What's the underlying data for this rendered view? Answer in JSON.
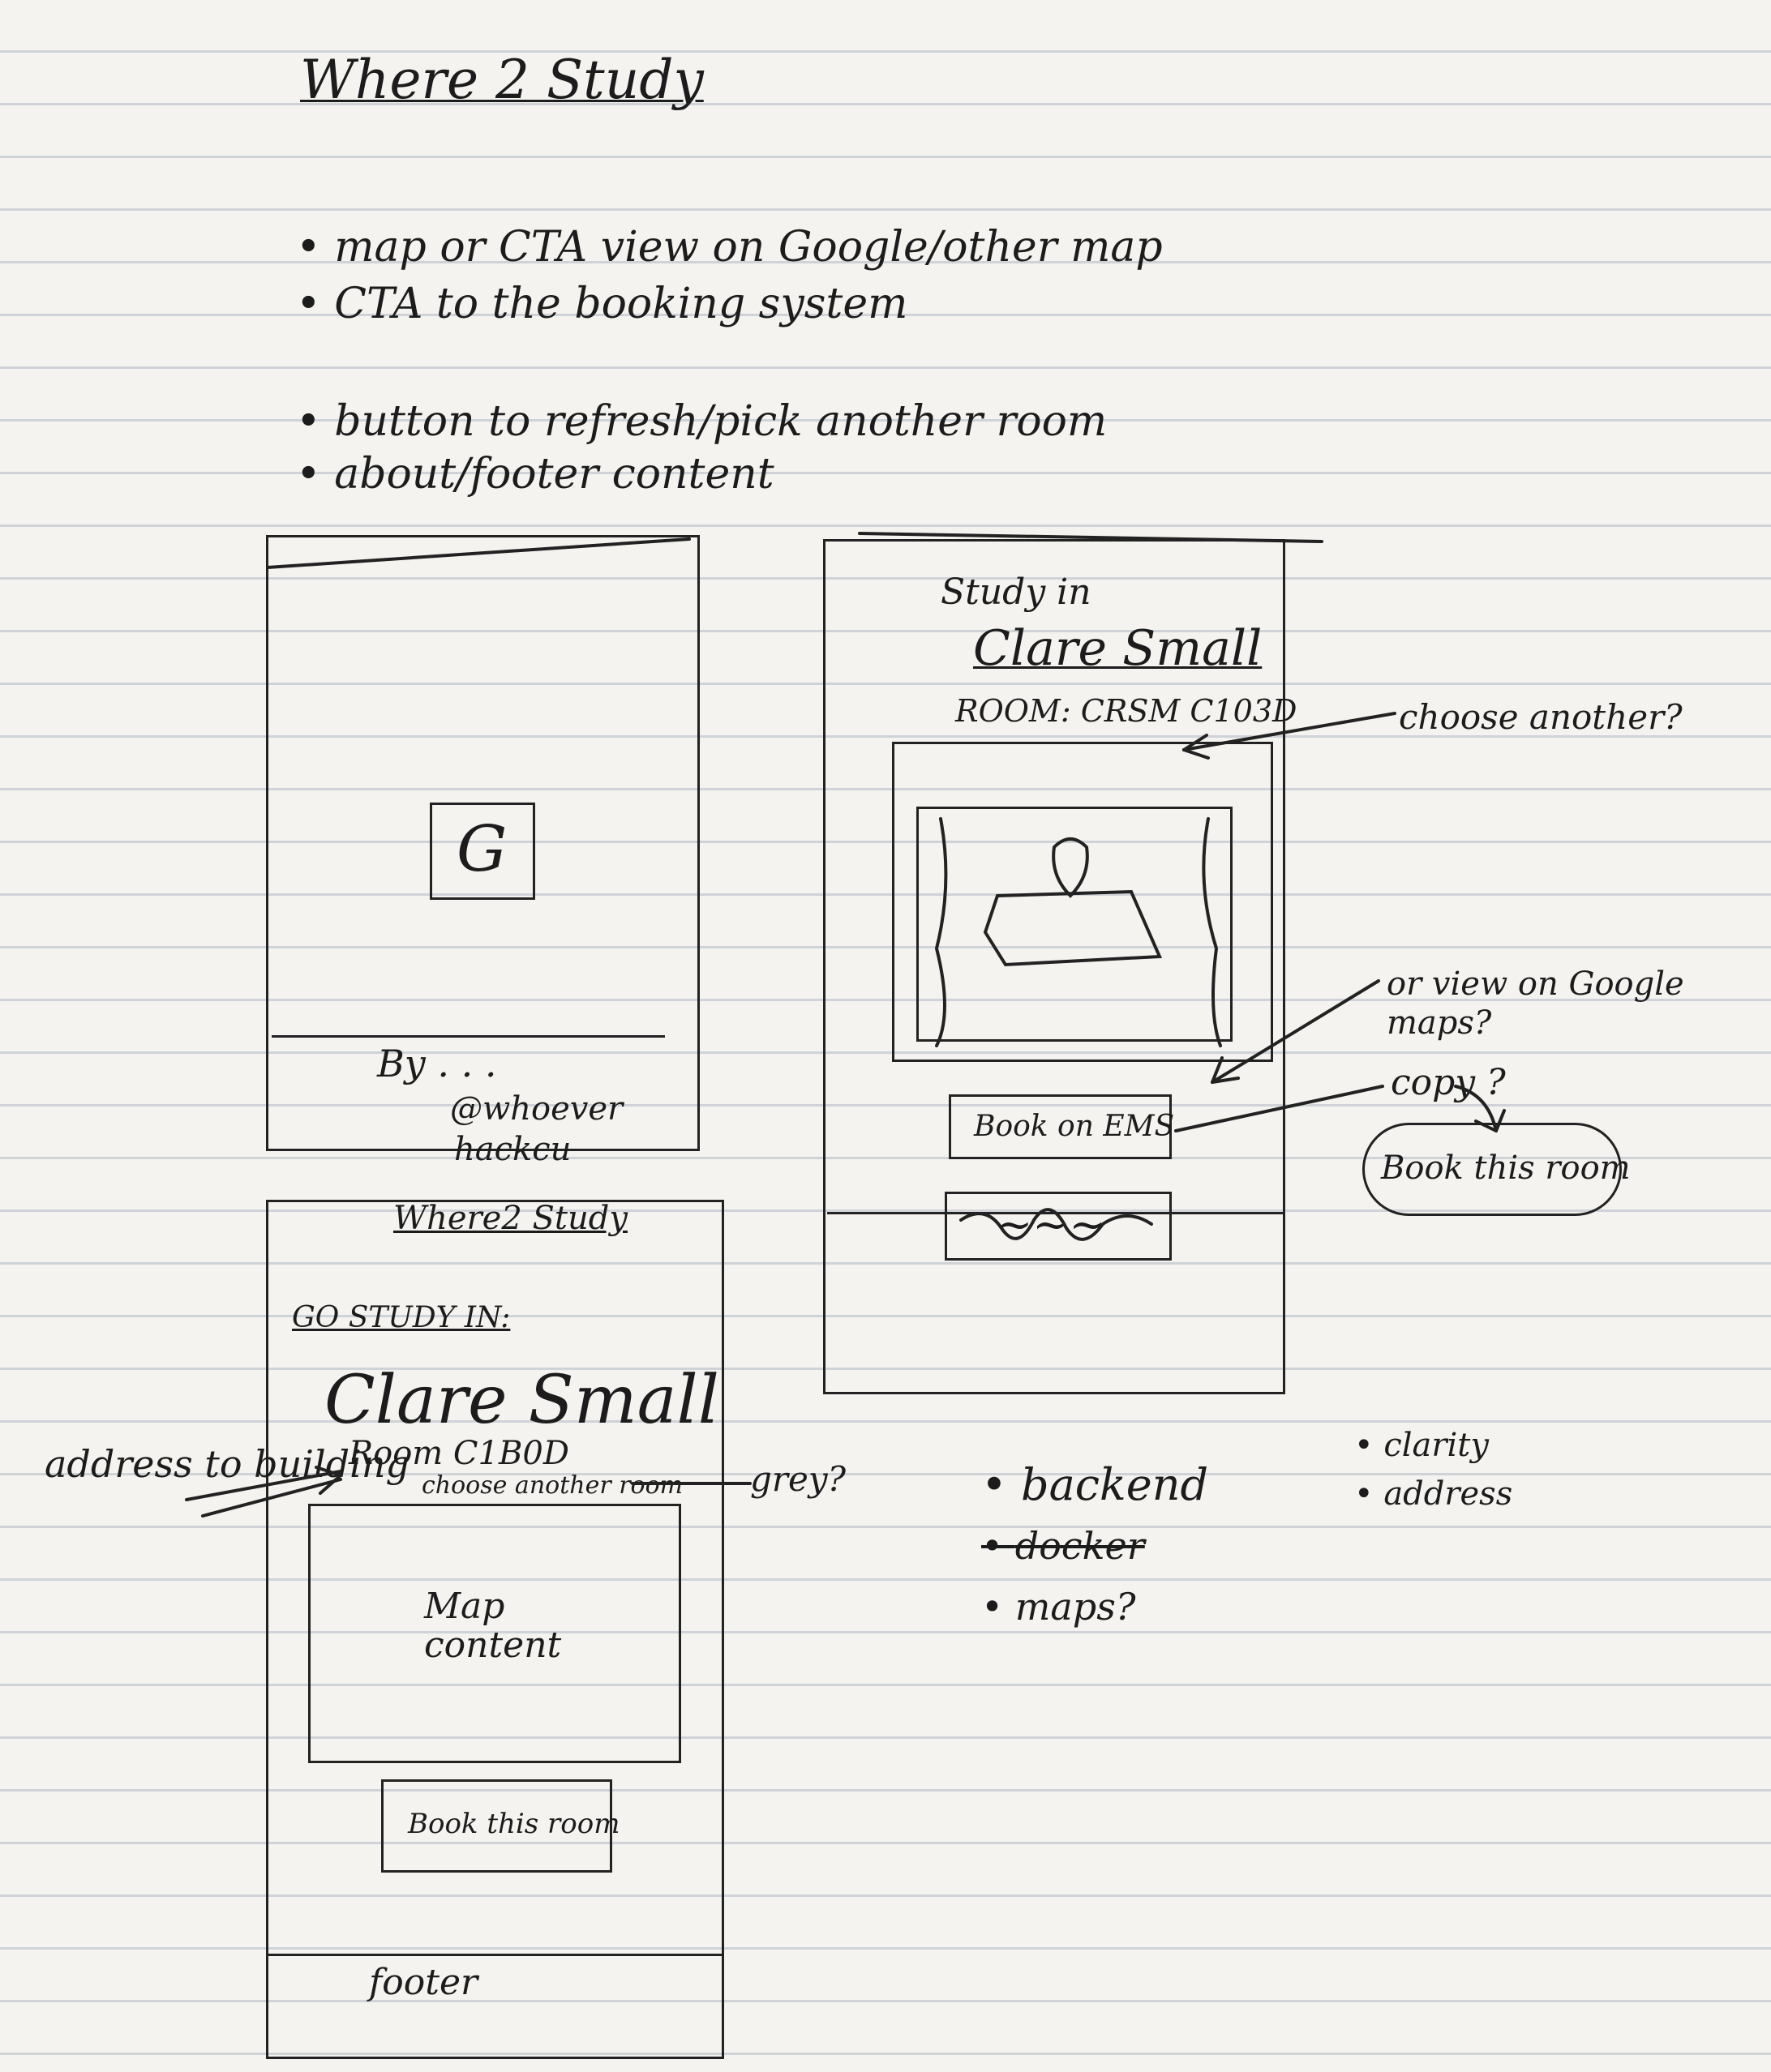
{
  "page": {
    "title": "Where 2 Study",
    "notes": [
      "map or CTA view on Google/other map",
      "CTA to the booking system",
      "button to refresh/pick another room",
      "about/footer content"
    ]
  },
  "sketch_loading": {
    "refresh_icon": "G",
    "footer_by": "By . . .",
    "footer_handle": "@whoever",
    "footer_hack": "hackcu"
  },
  "sketch_result": {
    "heading": "Where2 Study",
    "go_study_in": "GO STUDY IN:",
    "building": "Clare Small",
    "room": "Room C1B0D",
    "choose_another": "choose another room",
    "map_text": "Map\ncontent",
    "book_button": "Book this room",
    "footer": "footer"
  },
  "sketch_alt": {
    "study_in": "Study in",
    "building": "Clare Small",
    "room": "ROOM: CRSM C103D",
    "book_button": "Book on EMS",
    "scribble": "~~~"
  },
  "annotations": {
    "choose_another": "choose another?",
    "view_google": "or view on Google maps?",
    "copy": "copy ?",
    "book_this_room": "Book this room",
    "address": "address to building",
    "grey": "grey?",
    "backend": "backend",
    "docker": "docker",
    "maps": "maps?",
    "clarity": "clarity",
    "address2": "address"
  }
}
